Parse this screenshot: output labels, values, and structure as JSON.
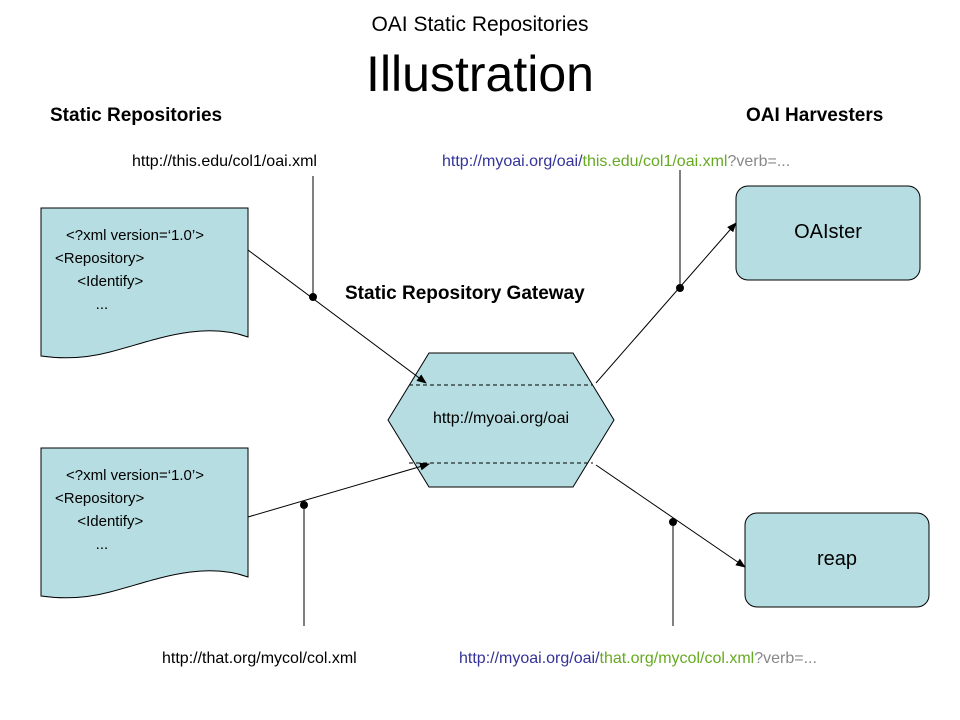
{
  "header": {
    "subtitle": "OAI Static Repositories",
    "title": "Illustration"
  },
  "labels": {
    "static_repositories": "Static Repositories",
    "oai_harvesters": "OAI Harvesters",
    "gateway": "Static Repository Gateway"
  },
  "urls": {
    "top_left": "http://this.edu/col1/oai.xml",
    "top_right": {
      "base": "http://myoai.org/oai/",
      "path": "this.edu/col1/oai.xml",
      "verb": "?verb=..."
    },
    "bottom_left": "http://that.org/mycol/col.xml",
    "bottom_right": {
      "base": "http://myoai.org/oai/",
      "path": "that.org/mycol/col.xml",
      "verb": "?verb=..."
    }
  },
  "documents": [
    {
      "lines": [
        "<?xml version=‘1.0’>",
        "<Repository>",
        "  <Identify>",
        "    ..."
      ]
    },
    {
      "lines": [
        "<?xml version=‘1.0’>",
        "<Repository>",
        "  <Identify>",
        "    ..."
      ]
    }
  ],
  "gateway_url": "http://myoai.org/oai",
  "harvesters": [
    "OAIster",
    "reap"
  ],
  "colors": {
    "shape_fill": "#b6dde1",
    "shape_stroke": "#000000",
    "url_host": "#333399",
    "url_path": "#66aa22",
    "url_verb": "#888888"
  }
}
